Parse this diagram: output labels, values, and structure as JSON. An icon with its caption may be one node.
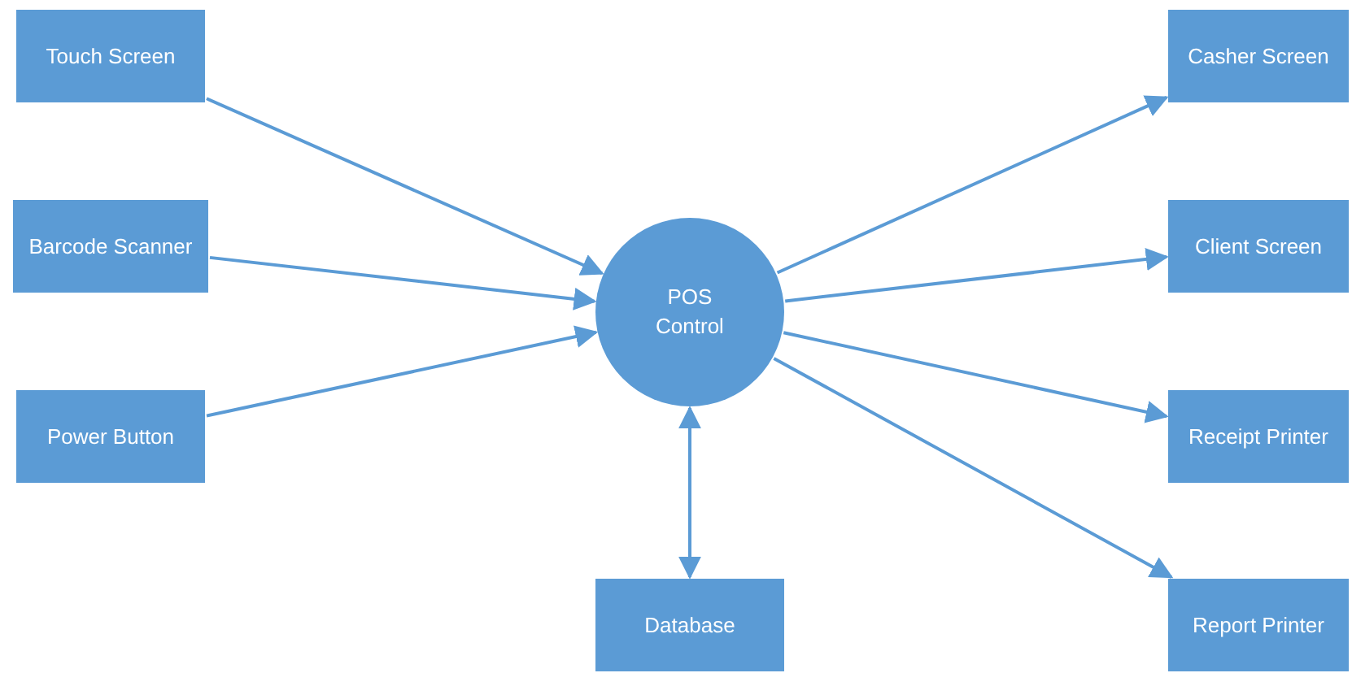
{
  "diagram": {
    "nodes": [
      {
        "text": [
          "Touch Screen"
        ]
      },
      {
        "text": [
          "Barcode Scanner"
        ]
      },
      {
        "text": [
          "Power Button"
        ]
      },
      {
        "text": [
          "POS Control"
        ]
      },
      {
        "text": [
          "Casher Screen"
        ]
      },
      {
        "text": [
          "Client Screen"
        ]
      },
      {
        "text": [
          "Receipt Printer"
        ]
      },
      {
        "text": [
          "Report Printer"
        ]
      },
      {
        "text": [
          "Database"
        ]
      }
    ],
    "edges": [
      {
        "from": 0,
        "to": 3,
        "arrow": "to"
      },
      {
        "from": 1,
        "to": 3,
        "arrow": "to"
      },
      {
        "from": 2,
        "to": 3,
        "arrow": "to"
      },
      {
        "from": 3,
        "to": 4,
        "arrow": "to"
      },
      {
        "from": 3,
        "to": 5,
        "arrow": "to"
      },
      {
        "from": 3,
        "to": 6,
        "arrow": "to"
      },
      {
        "from": 3,
        "to": 7,
        "arrow": "to"
      },
      {
        "from": 3,
        "to": 8,
        "arrow": "both"
      }
    ]
  }
}
